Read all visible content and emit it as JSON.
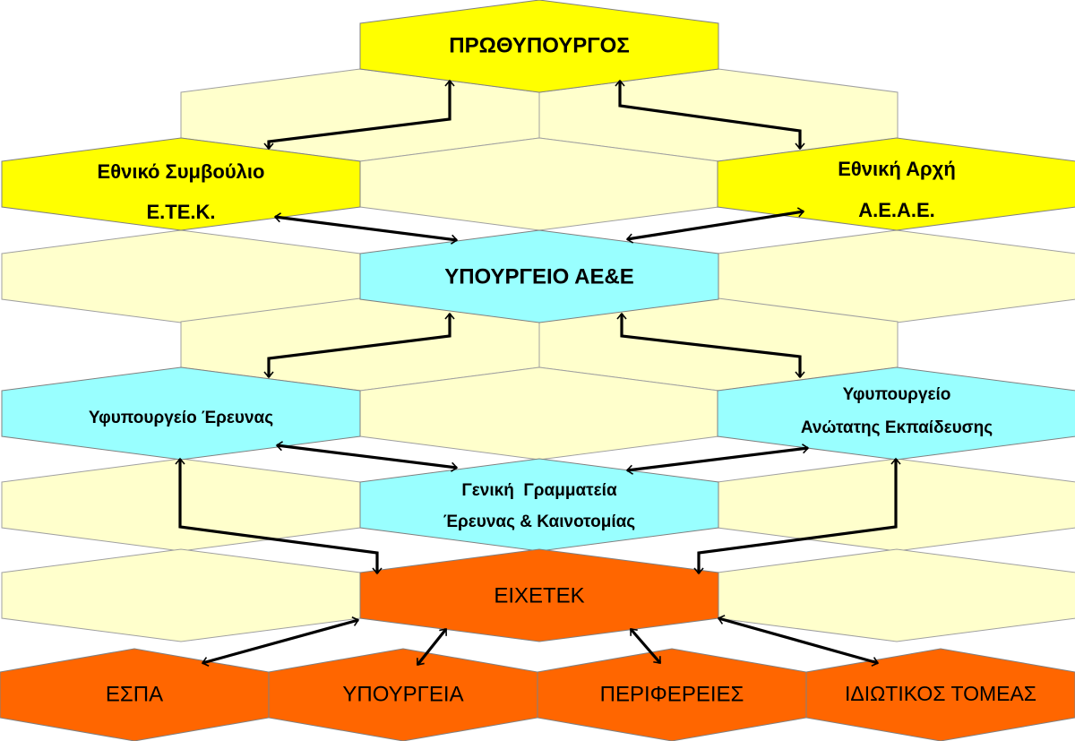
{
  "colors": {
    "background_cell": "#FFFFCC",
    "top_level": "#FFFF00",
    "ministry_level": "#99FFFF",
    "council_level": "#FF6600",
    "arrow": "#000000"
  },
  "nodes": {
    "prime_minister": {
      "lines": [
        "ΠΡΩΘΥΠΟΥΡΓΟΣ"
      ]
    },
    "national_council": {
      "lines": [
        "Εθνικό Συμβούλιο",
        "Ε.ΤΕ.Κ."
      ]
    },
    "national_authority": {
      "lines": [
        "Εθνική Αρχή",
        "Α.Ε.Α.Ε."
      ]
    },
    "ministry": {
      "lines": [
        "ΥΠΟΥΡΓΕΙΟ ΑΕ&Ε"
      ]
    },
    "deputy_research": {
      "lines": [
        "Υφυπουργείο Έρευνας"
      ]
    },
    "deputy_higher_ed": {
      "lines": [
        "Υφυπουργείο",
        "Ανώτατης Εκπαίδευσης"
      ]
    },
    "general_secretariat": {
      "lines": [
        "Γενική  Γραμματεία",
        "Έρευνας & Καινοτομίας"
      ]
    },
    "eixetek": {
      "lines": [
        "ΕΙΧΕΤΕΚ"
      ]
    },
    "espa": {
      "lines": [
        "ΕΣΠΑ"
      ]
    },
    "ministries": {
      "lines": [
        "ΥΠΟΥΡΓΕΙΑ"
      ]
    },
    "regions": {
      "lines": [
        "ΠΕΡΙΦΕΡΕΙΕΣ"
      ]
    },
    "private_sector": {
      "lines": [
        "ΙΔΙΩΤΙΚΟΣ ΤΟΜΕΑΣ"
      ]
    }
  },
  "edges": [
    {
      "from": "prime_minister",
      "to": "national_council",
      "bidirectional": true
    },
    {
      "from": "prime_minister",
      "to": "national_authority",
      "bidirectional": true
    },
    {
      "from": "national_council",
      "to": "ministry",
      "bidirectional": true
    },
    {
      "from": "national_authority",
      "to": "ministry",
      "bidirectional": true
    },
    {
      "from": "ministry",
      "to": "deputy_research",
      "bidirectional": true
    },
    {
      "from": "ministry",
      "to": "deputy_higher_ed",
      "bidirectional": true
    },
    {
      "from": "deputy_research",
      "to": "general_secretariat",
      "bidirectional": true
    },
    {
      "from": "deputy_higher_ed",
      "to": "general_secretariat",
      "bidirectional": true
    },
    {
      "from": "deputy_research",
      "to": "eixetek",
      "bidirectional": true
    },
    {
      "from": "deputy_higher_ed",
      "to": "eixetek",
      "bidirectional": true
    },
    {
      "from": "eixetek",
      "to": "espa",
      "bidirectional": true
    },
    {
      "from": "eixetek",
      "to": "ministries",
      "bidirectional": true
    },
    {
      "from": "eixetek",
      "to": "regions",
      "bidirectional": true
    },
    {
      "from": "eixetek",
      "to": "private_sector",
      "bidirectional": true
    }
  ]
}
